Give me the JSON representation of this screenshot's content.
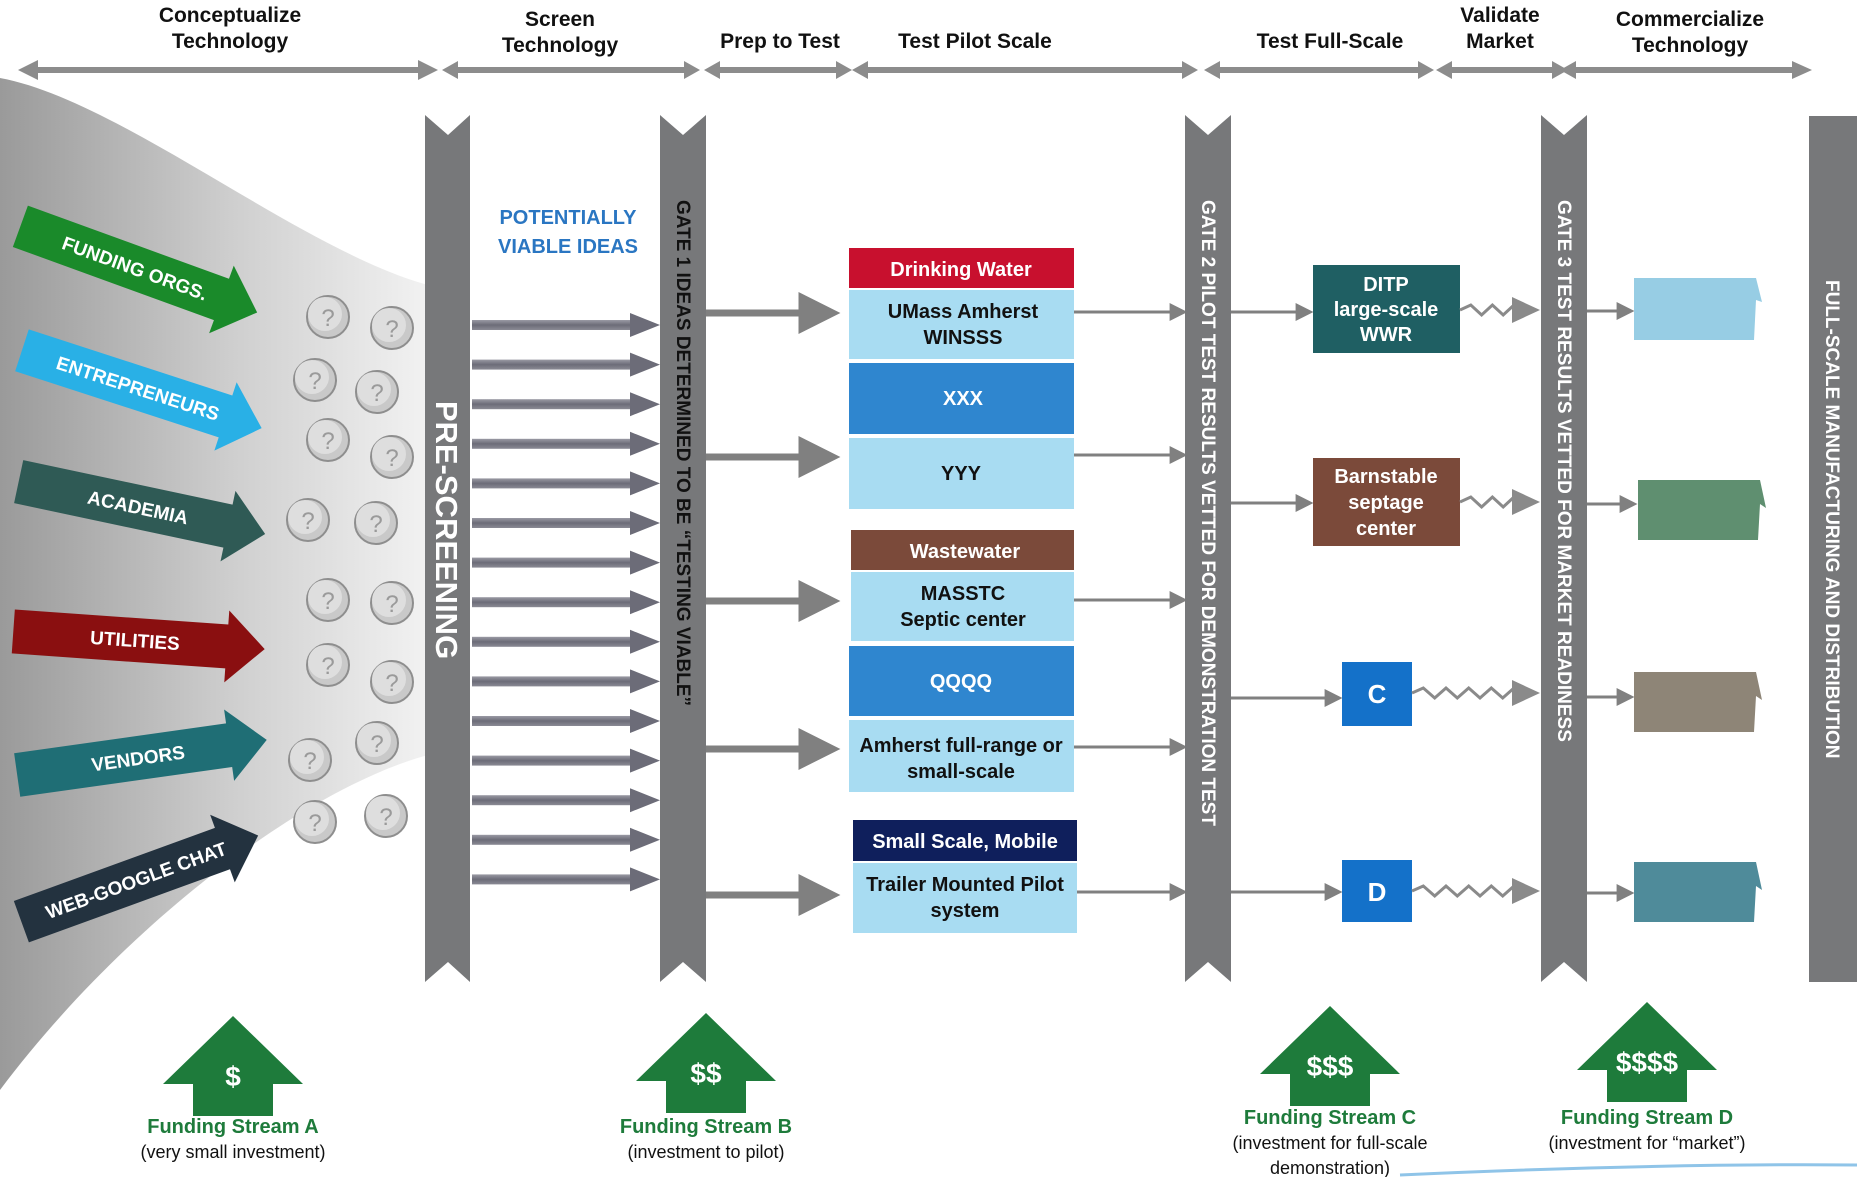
{
  "colors": {
    "gate_gray": "#77787a",
    "header_arrow": "#8c8c8c",
    "green": "#1e7b3b",
    "blue_text": "#2a76c2",
    "drinking_water": "#c8102e",
    "light_blue": "#a8dcf2",
    "mid_blue": "#2f86cf",
    "wastewater": "#7b4a3a",
    "navy": "#0f1f5c",
    "teal_dark": "#1f5f63",
    "brown": "#7b4a3a",
    "bright_blue": "#1471c9"
  },
  "stages": [
    {
      "line1": "Conceptualize",
      "line2": "Technology"
    },
    {
      "line1": "Screen",
      "line2": "Technology"
    },
    {
      "line1": "Prep to Test",
      "line2": ""
    },
    {
      "line1": "Test Pilot Scale",
      "line2": ""
    },
    {
      "line1": "Test Full-Scale",
      "line2": ""
    },
    {
      "line1": "Validate",
      "line2": "Market"
    },
    {
      "line1": "Commercialize",
      "line2": "Technology"
    }
  ],
  "sources": [
    "FUNDING ORGS.",
    "ENTREPRENEURS",
    "ACADEMIA",
    "UTILITIES",
    "VENDORS",
    "WEB-GOOGLE CHAT"
  ],
  "source_colors": [
    "#1a8a2a",
    "#29b0e6",
    "#2f5a55",
    "#8a0f10",
    "#1f6e75",
    "#23323f"
  ],
  "potential": {
    "line1": "POTENTIALLY",
    "line2": "VIABLE IDEAS"
  },
  "gates": {
    "prescreen": "PRE-SCREENING",
    "gate1": "GATE 1   IDEAS DETERMINED  TO BE “TESTING VIABLE”",
    "gate2": "GATE 2   PILOT TEST RESULTS VETTED FOR DEMONSTRATION TEST",
    "gate3": "GATE 3   TEST RESULTS VETTED FOR MARKET READINESS",
    "final": "FULL-SCALE MANUFACTURING AND DISTRIBUTION"
  },
  "pilot": {
    "drinking_water": "Drinking Water",
    "umass_l1": "UMass Amherst",
    "umass_l2": "WINSSS",
    "xxx": "XXX",
    "yyy": "YYY",
    "wastewater": "Wastewater",
    "masstc_l1": "MASSTC",
    "masstc_l2": "Septic center",
    "qqqq": "QQQQ",
    "amherst_l1": "Amherst full-range or",
    "amherst_l2": "small-scale",
    "small_scale": "Small Scale, Mobile",
    "trailer_l1": "Trailer Mounted Pilot",
    "trailer_l2": "system"
  },
  "fullscale": {
    "ditp_l1": "DITP",
    "ditp_l2": "large-scale",
    "ditp_l3": "WWR",
    "barn_l1": "Barnstable",
    "barn_l2": "septage",
    "barn_l3": "center",
    "c": "C",
    "d": "D"
  },
  "funding": [
    {
      "symbol": "$",
      "name": "Funding Stream A",
      "desc1": "(very small investment)",
      "desc2": ""
    },
    {
      "symbol": "$$",
      "name": "Funding Stream B",
      "desc1": "(investment to pilot)",
      "desc2": ""
    },
    {
      "symbol": "$$$",
      "name": "Funding Stream C",
      "desc1": "(investment for full-scale",
      "desc2": "demonstration)"
    },
    {
      "symbol": "$$$$",
      "name": "Funding Stream D",
      "desc1": "(investment for “market”)",
      "desc2": ""
    }
  ]
}
